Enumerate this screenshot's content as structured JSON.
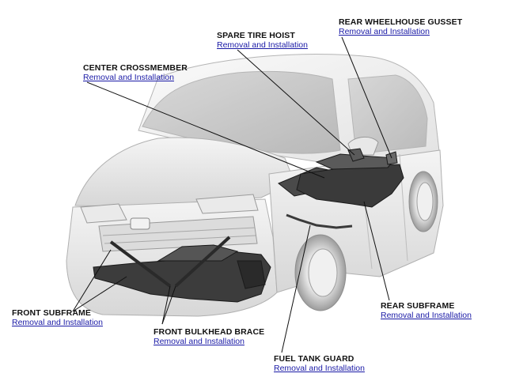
{
  "callouts": {
    "rear_wheelhouse_gusset": {
      "title": "REAR WHEELHOUSE GUSSET",
      "link": "Removal and Installation"
    },
    "spare_tire_hoist": {
      "title": "SPARE TIRE HOIST",
      "link": "Removal and Installation"
    },
    "center_crossmember": {
      "title": "CENTER CROSSMEMBER",
      "link": "Removal and Installation"
    },
    "front_subframe": {
      "title": "FRONT SUBFRAME",
      "link": "Removal and Installation"
    },
    "front_bulkhead_brace": {
      "title": "FRONT BULKHEAD BRACE",
      "link": "Removal and Installation"
    },
    "rear_subframe": {
      "title": "REAR SUBFRAME",
      "link": "Removal and Installation"
    },
    "fuel_tank_guard": {
      "title": "FUEL TANK GUARD",
      "link": "Removal and Installation"
    }
  },
  "colors": {
    "link": "#1a1aa6",
    "title": "#111111",
    "leader": "#111111"
  }
}
